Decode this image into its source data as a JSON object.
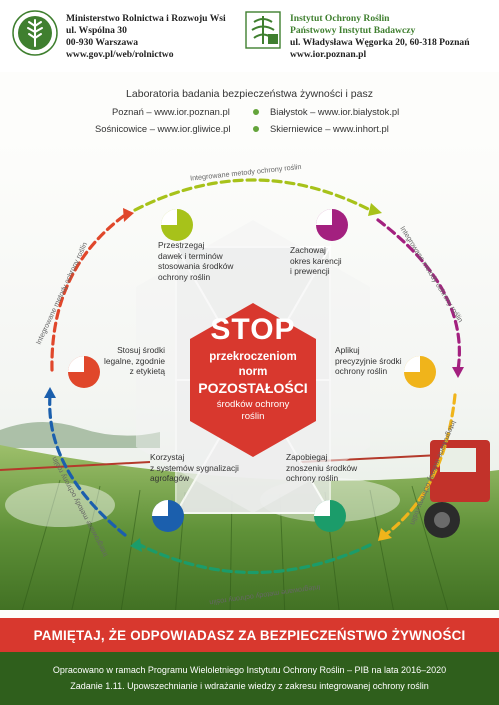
{
  "header": {
    "ministry": {
      "name": "Ministerstwo Rolnictwa i Rozwoju Wsi",
      "street": "ul. Wspólna 30",
      "city": "00-930 Warszawa",
      "web": "www.gov.pl/web/rolnictwo"
    },
    "institute": {
      "name": "Instytut Ochrony Roślin",
      "subtitle": "Państwowy Instytut Badawczy",
      "address": "ul. Władysława Węgorka 20, 60-318 Poznań",
      "web": "www.ior.poznan.pl"
    }
  },
  "labs": {
    "title": "Laboratoria badania bezpieczeństwa żywności i pasz",
    "items": [
      "Poznań – www.ior.poznan.pl",
      "Sośnicowice – www.ior.gliwice.pl",
      "Białystok – www.ior.bialystok.pl",
      "Skierniewice – www.inhort.pl"
    ],
    "dot_color": "#64a43a"
  },
  "cycle": {
    "arc_labels": [
      "Integrowane metody ochrony roślin",
      "Integrowane metody ochrony roślin",
      "Integrowane metody ochrony roślin",
      "Integrowane metody ochrony roślin",
      "Integrowane metody ochrony roślin",
      "Integrowane metody ochrony roślin"
    ],
    "steps": [
      {
        "lines": [
          "Przestrzegaj",
          "dawek i terminów",
          "stosowania środków",
          "ochrony roślin"
        ],
        "color": "#a7c21a",
        "icon": "pie-chart-icon"
      },
      {
        "lines": [
          "Zachowaj",
          "okres karencji",
          "i prewencji"
        ],
        "color": "#a3207f",
        "icon": "pie-chart-icon"
      },
      {
        "lines": [
          "Aplikuj",
          "precyzyjnie środki",
          "ochrony roślin"
        ],
        "color": "#f0b41b",
        "icon": "pie-chart-icon"
      },
      {
        "lines": [
          "Zapobiegaj",
          "znoszeniu środków",
          "ochrony roślin"
        ],
        "color": "#1b9c6a",
        "icon": "pie-chart-icon"
      },
      {
        "lines": [
          "Korzystaj",
          "z systemów sygnalizacji",
          "agrofagów"
        ],
        "color": "#1b5fad",
        "icon": "pie-chart-icon"
      },
      {
        "lines": [
          "Stosuj środki",
          "legalne, zgodnie",
          "z etykietą"
        ],
        "color": "#e0472b",
        "icon": "pie-chart-icon"
      }
    ]
  },
  "stop": {
    "word": "STOP",
    "lines": [
      "przekroczeniom",
      "norm",
      "POZOSTAŁOŚCI",
      "środków ochrony",
      "roślin"
    ],
    "color": "#d8382e"
  },
  "banner": {
    "text": "PAMIĘTAJ, ŻE ODPOWIADASZ ZA BEZPIECZEŃSTWO ŻYWNOŚCI"
  },
  "footer": {
    "line1": "Opracowano w ramach Programu Wieloletniego Instytutu Ochrony Roślin – PIB na lata 2016–2020",
    "line2": "Zadanie 1.11. Upowszechnianie i wdrażanie wiedzy z zakresu integrowanej ochrony roślin"
  }
}
